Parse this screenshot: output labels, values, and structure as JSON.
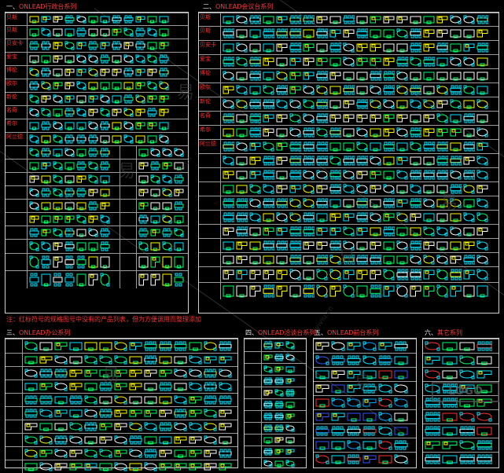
{
  "palette": {
    "background": "#000000",
    "frame": "#d0d0d0",
    "label_red": "#ff3030",
    "symbol_colors": [
      "#ffffff",
      "#00ff66",
      "#00e5ff",
      "#ffff00",
      "#ff3030",
      "#ff00ff",
      "#3355ff",
      "#00a0ff"
    ]
  },
  "panels": {
    "p1": {
      "num": "一、",
      "title": "ONLEAD行政台系列"
    },
    "p2": {
      "num": "二、",
      "title": "ONLEAD会议台系列"
    },
    "p3": {
      "num": "三、",
      "title": "ONLEAD办公系列"
    },
    "p4": {
      "num": "四、",
      "title": "ONLEAD洽谈台系列"
    },
    "p5": {
      "num": "五、",
      "title": "ONLEAD前台系列"
    },
    "p6": {
      "num": "六、",
      "title": "其它系列"
    }
  },
  "note": "注：红标符号的规格图号中没有的产品列表，但为方便调用而整理添加",
  "row_labels": {
    "p1": [
      "贝斯",
      "贝斯",
      "贝安卡",
      "爱宝",
      "博伦",
      "欧尔",
      "新伦",
      "名奇",
      "希尔",
      "阿兰德",
      "",
      "",
      "",
      "",
      "",
      "",
      "",
      "",
      ""
    ],
    "p1_right": [
      "",
      "",
      "",
      "",
      "",
      "",
      "",
      "",
      "",
      "",
      "",
      "",
      "",
      "",
      "",
      ""
    ],
    "p2": [
      "贝斯",
      "贝斯",
      "贝安卡",
      "爱宝",
      "博伦",
      "欧尔",
      "新伦",
      "名奇",
      "希尔",
      "阿兰德",
      "",
      "",
      "",
      "",
      "",
      "",
      "",
      ""
    ],
    "p2_right": [
      "",
      "",
      "",
      "",
      "",
      "",
      "",
      "",
      "",
      "",
      "",
      "",
      "",
      "",
      "",
      ""
    ]
  },
  "watermarks": {
    "yi": "易",
    "site": "yiviu.cn"
  }
}
